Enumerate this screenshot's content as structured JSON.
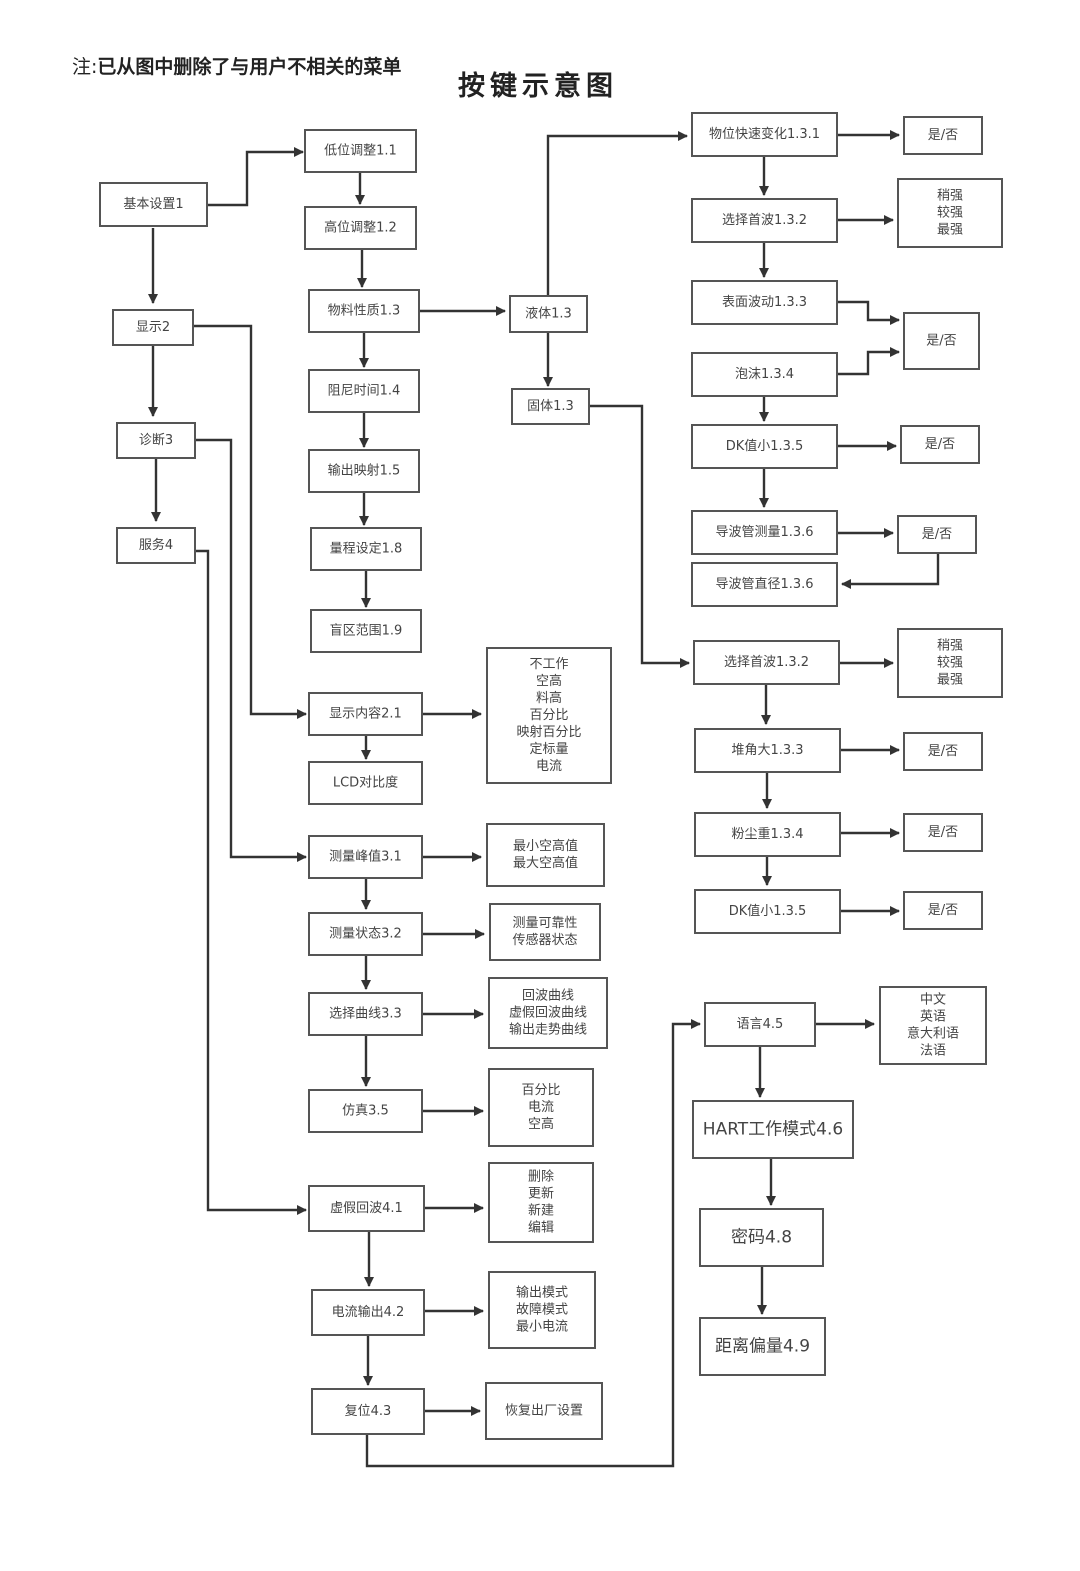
{
  "note": {
    "label": "注:",
    "text": "已从图中删除了与用户不相关的菜单"
  },
  "title": "按键示意图",
  "nodes": [
    {
      "id": "basic",
      "lines": [
        "基本设置1"
      ]
    },
    {
      "id": "display",
      "lines": [
        "显示2"
      ]
    },
    {
      "id": "diag",
      "lines": [
        "诊断3"
      ]
    },
    {
      "id": "service",
      "lines": [
        "服务4"
      ]
    },
    {
      "id": "n11",
      "lines": [
        "低位调整1.1"
      ]
    },
    {
      "id": "n12",
      "lines": [
        "高位调整1.2"
      ]
    },
    {
      "id": "n13",
      "lines": [
        "物料性质1.3"
      ]
    },
    {
      "id": "n14",
      "lines": [
        "阻尼时间1.4"
      ]
    },
    {
      "id": "n15",
      "lines": [
        "输出映射1.5"
      ]
    },
    {
      "id": "n18",
      "lines": [
        "量程设定1.8"
      ]
    },
    {
      "id": "n19",
      "lines": [
        "盲区范围1.9"
      ]
    },
    {
      "id": "liquid",
      "lines": [
        "液体1.3"
      ]
    },
    {
      "id": "solid",
      "lines": [
        "固体1.3"
      ]
    },
    {
      "id": "l131",
      "lines": [
        "物位快速变化1.3.1"
      ]
    },
    {
      "id": "l131o",
      "lines": [
        "是/否"
      ]
    },
    {
      "id": "l132",
      "lines": [
        "选择首波1.3.2"
      ]
    },
    {
      "id": "l132o",
      "lines": [
        "稍强",
        "较强",
        "最强"
      ]
    },
    {
      "id": "l133",
      "lines": [
        "表面波动1.3.3"
      ]
    },
    {
      "id": "l134",
      "lines": [
        "泡沫1.3.4"
      ]
    },
    {
      "id": "l1334o",
      "lines": [
        "是/否"
      ]
    },
    {
      "id": "l135",
      "lines": [
        "DK值小1.3.5"
      ]
    },
    {
      "id": "l135o",
      "lines": [
        "是/否"
      ]
    },
    {
      "id": "l136",
      "lines": [
        "导波管测量1.3.6"
      ]
    },
    {
      "id": "l136o",
      "lines": [
        "是/否"
      ]
    },
    {
      "id": "l136d",
      "lines": [
        "导波管直径1.3.6"
      ]
    },
    {
      "id": "s132",
      "lines": [
        "选择首波1.3.2"
      ]
    },
    {
      "id": "s132o",
      "lines": [
        "稍强",
        "较强",
        "最强"
      ]
    },
    {
      "id": "s133",
      "lines": [
        "堆角大1.3.3"
      ]
    },
    {
      "id": "s133o",
      "lines": [
        "是/否"
      ]
    },
    {
      "id": "s134",
      "lines": [
        "粉尘重1.3.4"
      ]
    },
    {
      "id": "s134o",
      "lines": [
        "是/否"
      ]
    },
    {
      "id": "s135",
      "lines": [
        "DK值小1.3.5"
      ]
    },
    {
      "id": "s135o",
      "lines": [
        "是/否"
      ]
    },
    {
      "id": "d21",
      "lines": [
        "显示内容2.1"
      ]
    },
    {
      "id": "d21o",
      "lines": [
        "不工作",
        "空高",
        "料高",
        "百分比",
        "映射百分比",
        "定标量",
        "电流"
      ]
    },
    {
      "id": "lcd",
      "lines": [
        "LCD对比度"
      ]
    },
    {
      "id": "g31",
      "lines": [
        "测量峰值3.1"
      ]
    },
    {
      "id": "g31o",
      "lines": [
        "最小空高值",
        "最大空高值"
      ]
    },
    {
      "id": "g32",
      "lines": [
        "测量状态3.2"
      ]
    },
    {
      "id": "g32o",
      "lines": [
        "测量可靠性",
        "传感器状态"
      ]
    },
    {
      "id": "g33",
      "lines": [
        "选择曲线3.3"
      ]
    },
    {
      "id": "g33o",
      "lines": [
        "回波曲线",
        "虚假回波曲线",
        "输出走势曲线"
      ]
    },
    {
      "id": "g35",
      "lines": [
        "仿真3.5"
      ]
    },
    {
      "id": "g35o",
      "lines": [
        "百分比",
        "电流",
        "空高"
      ]
    },
    {
      "id": "v41",
      "lines": [
        "虚假回波4.1"
      ]
    },
    {
      "id": "v41o",
      "lines": [
        "删除",
        "更新",
        "新建",
        "编辑"
      ]
    },
    {
      "id": "v42",
      "lines": [
        "电流输出4.2"
      ]
    },
    {
      "id": "v42o",
      "lines": [
        "输出模式",
        "故障模式",
        "最小电流"
      ]
    },
    {
      "id": "v43",
      "lines": [
        "复位4.3"
      ]
    },
    {
      "id": "v43o",
      "lines": [
        "恢复出厂设置"
      ]
    },
    {
      "id": "v45",
      "lines": [
        "语言4.5"
      ]
    },
    {
      "id": "v45o",
      "lines": [
        "中文",
        "英语",
        "意大利语",
        "法语"
      ]
    },
    {
      "id": "v46",
      "lines": [
        "HART工作模式4.6"
      ]
    },
    {
      "id": "v48",
      "lines": [
        "密码4.8"
      ]
    },
    {
      "id": "v49",
      "lines": [
        "距离偏量4.9"
      ]
    }
  ]
}
